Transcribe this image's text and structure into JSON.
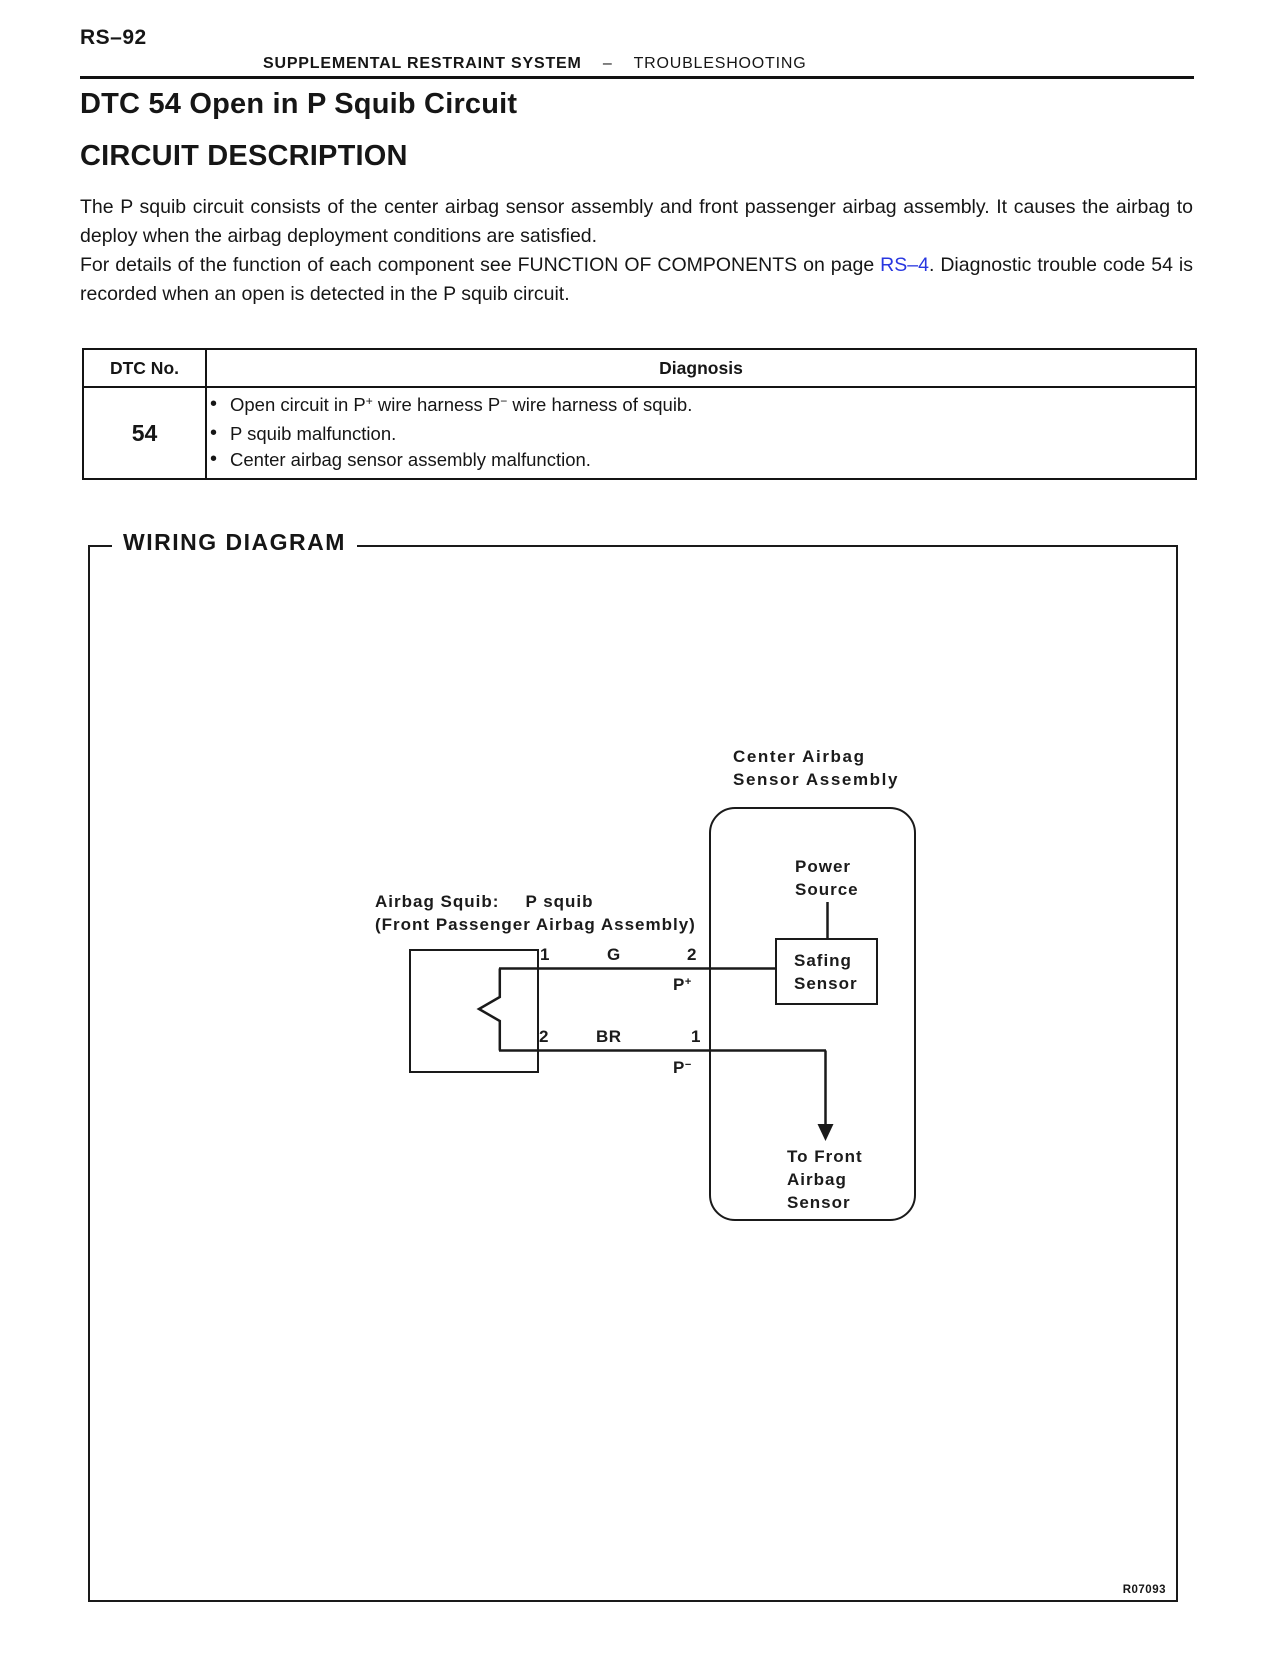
{
  "colors": {
    "ink": "#161616",
    "link": "#2837e0"
  },
  "header": {
    "page_number": "RS–92",
    "system": "SUPPLEMENTAL RESTRAINT SYSTEM",
    "separator": "–",
    "section": "TROUBLESHOOTING"
  },
  "titles": {
    "dtc_title": "DTC 54 Open in P Squib Circuit",
    "circuit_description": "CIRCUIT DESCRIPTION"
  },
  "description": {
    "para1": "The P squib circuit consists of the center airbag sensor assembly and front passenger airbag assembly. It causes the airbag to deploy when the airbag deployment conditions are satisfied.",
    "para2_pre": "For details of the function of each component see FUNCTION OF COMPONENTS on page ",
    "para2_link": "RS–4",
    "para2_post": ". Diagnostic trouble code 54 is recorded when an open is detected in the P squib circuit."
  },
  "dtc_table": {
    "headers": {
      "dtc_no": "DTC No.",
      "diagnosis": "Diagnosis"
    },
    "dtc_code": "54",
    "bullet1": {
      "p1": "Open circuit in P",
      "s1": "+",
      "p2": " wire harness P",
      "s2": "−",
      "p3": " wire harness of squib."
    },
    "bullet2": "P squib malfunction.",
    "bullet3": "Center airbag sensor assembly malfunction."
  },
  "wiring": {
    "section_title": "WIRING DIAGRAM",
    "squib_label": {
      "part1": "Airbag Squib:",
      "part2": "P squib",
      "line2": "(Front Passenger Airbag Assembly)"
    },
    "assembly_label": {
      "line1": "Center Airbag",
      "line2": "Sensor Assembly"
    },
    "power_source": {
      "line1": "Power",
      "line2": "Source"
    },
    "safing_sensor": {
      "line1": "Safing",
      "line2": "Sensor"
    },
    "to_front": {
      "line1": "To Front",
      "line2": "Airbag",
      "line3": "Sensor"
    },
    "pins": {
      "squib_top": "1",
      "squib_bottom": "2",
      "wire_top_color": "G",
      "wire_bottom_color": "BR",
      "ecu_top": "2",
      "ecu_bottom": "1",
      "ptop_base": "P",
      "ptop_sup": "+",
      "pbot_base": "P",
      "pbot_sup": "−"
    },
    "figure_code": "R07093"
  }
}
